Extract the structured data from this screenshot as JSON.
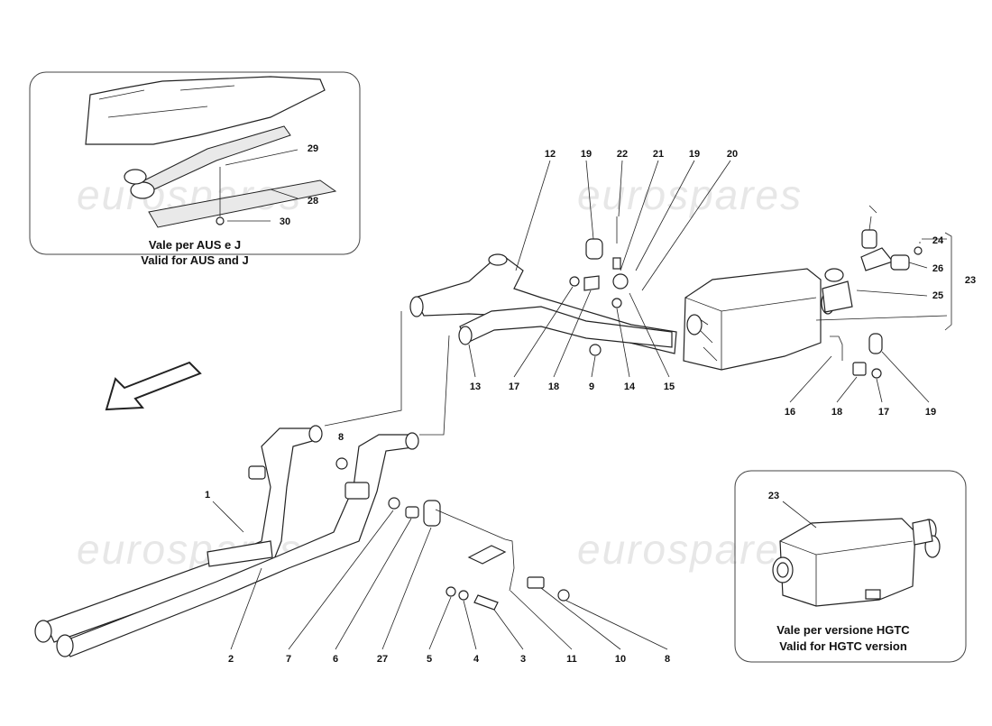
{
  "watermark": "eurospares",
  "inset_top": {
    "line1": "Vale per AUS e J",
    "line2": "Valid for AUS and J",
    "callouts": [
      "29",
      "28",
      "30"
    ]
  },
  "inset_bottom": {
    "line1": "Vale per versione HGTC",
    "line2": "Valid for HGTC version",
    "callouts": [
      "23"
    ]
  },
  "callouts": {
    "upper": [
      "12",
      "19",
      "22",
      "21",
      "19",
      "20",
      "24",
      "26",
      "23",
      "25"
    ],
    "middle": [
      "13",
      "17",
      "18",
      "9",
      "14",
      "15",
      "16",
      "18",
      "17",
      "19"
    ],
    "left": [
      "8",
      "1"
    ],
    "bottom": [
      "2",
      "7",
      "6",
      "27",
      "5",
      "4",
      "3",
      "11",
      "10",
      "8"
    ]
  }
}
